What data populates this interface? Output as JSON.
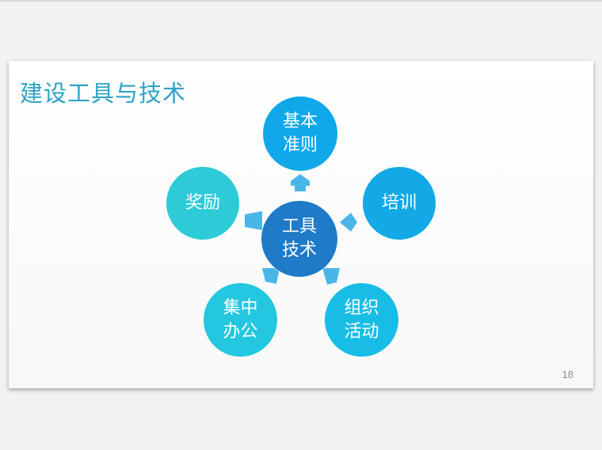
{
  "slide": {
    "title": "建设工具与技术",
    "page_number": "18"
  },
  "diagram": {
    "center": {
      "label": "工具\n技术",
      "color": "#1f7ac8"
    },
    "nodes": [
      {
        "id": "basic-guidelines",
        "label": "基本\n准则",
        "color": "#10a8e8"
      },
      {
        "id": "training",
        "label": "培训",
        "color": "#12a9e6"
      },
      {
        "id": "organize-activities",
        "label": "组织\n活动",
        "color": "#18bde6"
      },
      {
        "id": "centralized-office",
        "label": "集中\n办公",
        "color": "#23c7e0"
      },
      {
        "id": "rewards",
        "label": "奖励",
        "color": "#2ccbd7"
      }
    ],
    "arrow_color": "#4ab6e8"
  }
}
